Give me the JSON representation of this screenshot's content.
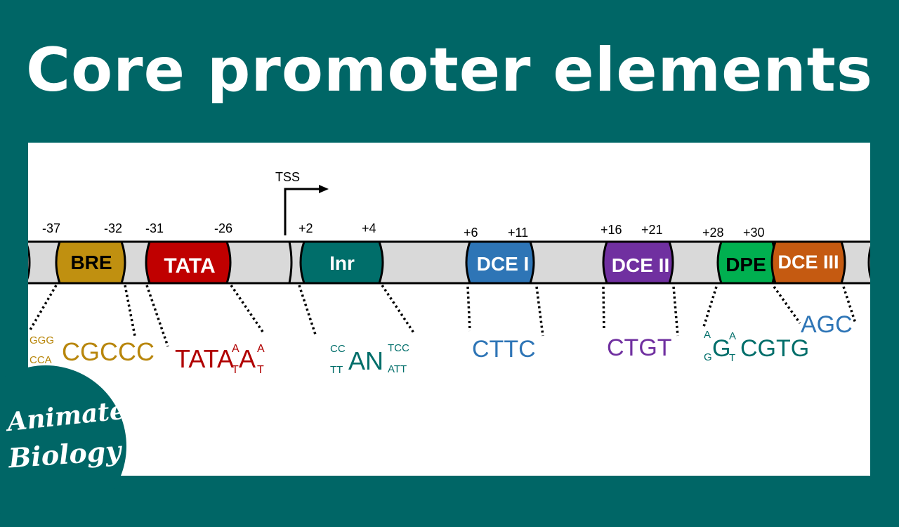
{
  "title": "Core promoter elements",
  "tss_label": "TSS",
  "segments": [
    {
      "id": "bre",
      "label": "BRE",
      "color": "#C09010"
    },
    {
      "id": "tata",
      "label": "TATA",
      "color": "#C00000"
    },
    {
      "id": "inr",
      "label": "Inr",
      "color": "#006E6A"
    },
    {
      "id": "dce1",
      "label": "DCE I",
      "color": "#2E75B6"
    },
    {
      "id": "dce2",
      "label": "DCE II",
      "color": "#7030A0"
    },
    {
      "id": "dpe",
      "label": "DPE",
      "color": "#00B050"
    },
    {
      "id": "dce3",
      "label": "DCE III",
      "color": "#C55A11"
    }
  ],
  "positions": [
    "-37",
    "-32",
    "-31",
    "-26",
    "+2",
    "+4",
    "+6",
    "+11",
    "+16",
    "+21",
    "+28",
    "+30"
  ],
  "sequences": {
    "bre": {
      "pre_top": "GGG",
      "pre_bottom": "CCA",
      "main": "CGCCC",
      "color": "#B8860B"
    },
    "tata": {
      "main": "TATA",
      "s1_top": "A",
      "s1_bottom": "T",
      "mid": "A",
      "s2_top": "A",
      "s2_bottom": "T",
      "color": "#B00000"
    },
    "inr": {
      "pre_top": "CC",
      "pre_bottom": "TT",
      "main": "AN",
      "post_top": "TCC",
      "post_bottom": "ATT",
      "color": "#006E6A"
    },
    "dce1": {
      "main": "CTTC",
      "color": "#2E75B6"
    },
    "dce2": {
      "main": "CTGT",
      "color": "#7030A0"
    },
    "dpe": {
      "pre_top": "A",
      "pre_bottom": "G",
      "g": "G",
      "mid_top": "A",
      "mid_bottom": "T",
      "main": "CGTG",
      "color": "#006E6A"
    },
    "dce3": {
      "main": "AGC",
      "color": "#2E75B6"
    }
  },
  "logo": {
    "line1": "Animated",
    "line2": "Biology"
  }
}
